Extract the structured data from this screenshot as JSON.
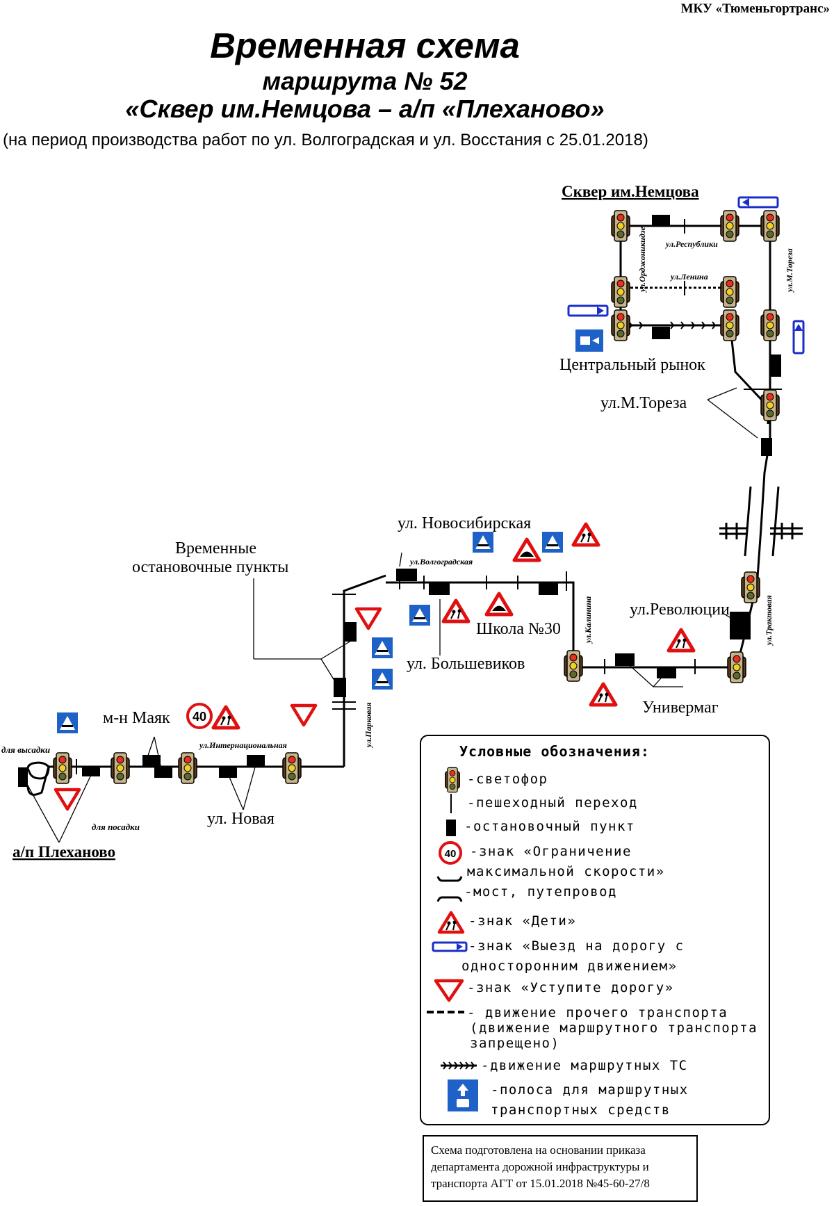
{
  "header": {
    "organization": "МКУ «Тюменьгортранс»",
    "title_line1": "Временная схема",
    "title_line2": "маршрута № 52",
    "title_line3": "«Сквер им.Немцова – а/п «Плеханово»",
    "subtitle": "(на период производства работ по ул. Волгоградская и ул. Восстания с 25.01.2018)"
  },
  "map": {
    "labels": {
      "skver": "Сквер им.Немцова",
      "central_market": "Центральный рынок",
      "toreza_stop": "ул.М.Тореза",
      "novosibirskaya": "ул. Новосибирская",
      "temp_stops_1": "Временные",
      "temp_stops_2": "остановочные пункты",
      "school": "Школа №30",
      "bolshevikov": "ул. Большевиков",
      "revolyutsii": "ул.Революции",
      "univermag": "Универмаг",
      "mayak": "м-н Маяк",
      "novaya": "ул. Новая",
      "plekhanovo": "а/п Плеханово",
      "dlya_vysadki": "для высадки",
      "dlya_posadki": "для посадки"
    },
    "streets": {
      "respubliki": "ул.Республики",
      "lenina": "ул.Ленина",
      "ordzhonikidze": "ул.Орджоникидзе",
      "m_toreza": "ул.М.Тореза",
      "volgogradskaya": "ул.Волгоградская",
      "kalinina": "ул.Калинина",
      "traktovaya": "ул.Трактовая",
      "parkovaya": "ул.Парковая",
      "internatsionalnaya": "ул.Интернациональная"
    },
    "speed_limit": "40"
  },
  "legend": {
    "title": "Условные обозначения:",
    "items": [
      {
        "icon": "traffic-light-icon",
        "text": "-светофор"
      },
      {
        "icon": "pedestrian-crossing-icon",
        "text": "-пешеходный переход"
      },
      {
        "icon": "bus-stop-icon",
        "text": "-остановочный пункт"
      },
      {
        "icon": "speed-limit-icon",
        "text": "-знак «Ограничение",
        "text2": "максимальной скорости»"
      },
      {
        "icon": "bridge-icon",
        "text": "-мост, путепровод"
      },
      {
        "icon": "children-sign-icon",
        "text": "-знак «Дети»"
      },
      {
        "icon": "one-way-exit-icon",
        "text": "-знак «Выезд на дорогу с",
        "text2": "односторонним движением»"
      },
      {
        "icon": "yield-sign-icon",
        "text": "-знак «Уступите дорогу»"
      },
      {
        "icon": "other-traffic-icon",
        "text": "- движение прочего транспорта",
        "text2": "(движение маршрутного транспорта",
        "text3": "запрещено)"
      },
      {
        "icon": "route-traffic-icon",
        "text": "-движение маршрутных ТС"
      },
      {
        "icon": "bus-lane-icon",
        "text": "-полоса для маршрутных",
        "text2": "транспортных средств"
      }
    ]
  },
  "note": {
    "line1": "Схема подготовлена на основании приказа",
    "line2": "департамента дорожной инфраструктуры и",
    "line3": "транспорта АГТ от 15.01.2018 №45-60-27/8"
  }
}
